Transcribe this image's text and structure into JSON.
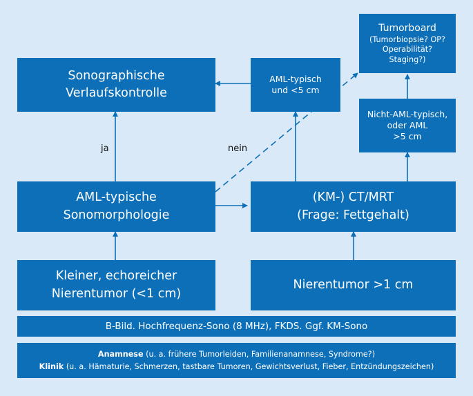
{
  "boxes": {
    "sono_kontrolle": [
      "Sonographische",
      "Verlaufskontrolle"
    ],
    "aml_typisch_klein": [
      "AML-typisch",
      "und <5 cm"
    ],
    "tumorboard": {
      "title": "Tumorboard",
      "lines": [
        "(Tumorbiopsie? OP?",
        "Operabilität?",
        "Staging?)"
      ]
    },
    "nicht_aml": [
      "Nicht-AML-typisch,",
      "oder AML",
      ">5 cm"
    ],
    "aml_sonomorph": [
      "AML-typische",
      "Sonomorphologie"
    ],
    "ct_mrt": [
      "(KM-) CT/MRT",
      "(Frage: Fettgehalt)"
    ],
    "kleiner_tumor": [
      "Kleiner, echoreicher",
      "Nierentumor (<1 cm)"
    ],
    "nierentumor_gross": [
      "Nierentumor >1 cm"
    ],
    "b_bild": "B-Bild. Hochfrequenz-Sono (8 MHz), FKDS. Ggf. KM-Sono",
    "anamnese": {
      "label1": "Anamnese",
      "text1": " (u. a. frühere Tumorleiden, Familienanamnese, Syndrome?)",
      "label2": "Klinik",
      "text2": " (u. a. Hämaturie, Schmerzen, tastbare Tumoren, Gewichtsverlust, Fieber, Entzündungszeichen)"
    }
  },
  "labels": {
    "ja": "ja",
    "nein": "nein"
  },
  "colors": {
    "box": "#0d6fb8",
    "background": "#d9e9f7",
    "arrow": "#0d6fb8"
  }
}
